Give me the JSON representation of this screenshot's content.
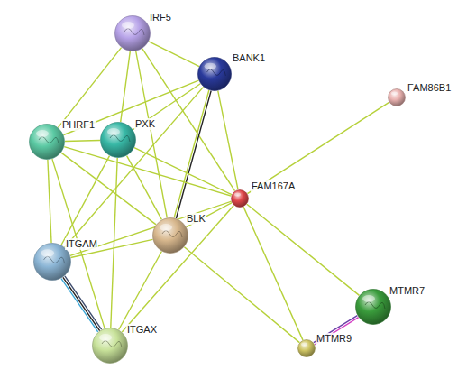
{
  "diagram": {
    "nodes": [
      {
        "text": [
          "IRF5"
        ]
      },
      {
        "text": [
          "BANK1"
        ]
      },
      {
        "text": [
          "FAM86B1"
        ]
      },
      {
        "text": [
          "PHRF1"
        ]
      },
      {
        "text": [
          "PXK"
        ]
      },
      {
        "text": [
          "FAM167A"
        ]
      },
      {
        "text": [
          "BLK"
        ]
      },
      {
        "text": [
          "ITGAM"
        ]
      },
      {
        "text": [
          "MTMR7"
        ]
      },
      {
        "text": [
          "MTMR9"
        ]
      },
      {
        "text": [
          "ITGAX"
        ]
      }
    ],
    "edges": [
      {
        "from": 0,
        "to": 1,
        "arrow": "none"
      },
      {
        "from": 0,
        "to": 3,
        "arrow": "none"
      },
      {
        "from": 0,
        "to": 4,
        "arrow": "none"
      },
      {
        "from": 0,
        "to": 6,
        "arrow": "none"
      },
      {
        "from": 0,
        "to": 5,
        "arrow": "none"
      },
      {
        "from": 1,
        "to": 3,
        "arrow": "none"
      },
      {
        "from": 1,
        "to": 4,
        "arrow": "none"
      },
      {
        "from": 1,
        "to": 6,
        "arrow": "none"
      },
      {
        "from": 1,
        "to": 5,
        "arrow": "none"
      },
      {
        "from": 1,
        "to": 7,
        "arrow": "none"
      },
      {
        "from": 3,
        "to": 4,
        "arrow": "none"
      },
      {
        "from": 3,
        "to": 5,
        "arrow": "none"
      },
      {
        "from": 3,
        "to": 6,
        "arrow": "none"
      },
      {
        "from": 3,
        "to": 7,
        "arrow": "none"
      },
      {
        "from": 3,
        "to": 10,
        "arrow": "none"
      },
      {
        "from": 4,
        "to": 6,
        "arrow": "none"
      },
      {
        "from": 4,
        "to": 5,
        "arrow": "none"
      },
      {
        "from": 4,
        "to": 7,
        "arrow": "none"
      },
      {
        "from": 4,
        "to": 10,
        "arrow": "none"
      },
      {
        "from": 2,
        "to": 5,
        "arrow": "none"
      },
      {
        "from": 5,
        "to": 6,
        "arrow": "none"
      },
      {
        "from": 5,
        "to": 7,
        "arrow": "none"
      },
      {
        "from": 5,
        "to": 10,
        "arrow": "none"
      },
      {
        "from": 5,
        "to": 8,
        "arrow": "none"
      },
      {
        "from": 5,
        "to": 9,
        "arrow": "none"
      },
      {
        "from": 6,
        "to": 7,
        "arrow": "none"
      },
      {
        "from": 6,
        "to": 10,
        "arrow": "none"
      },
      {
        "from": 6,
        "to": 9,
        "arrow": "none"
      },
      {
        "from": 7,
        "to": 10,
        "arrow": "none"
      },
      {
        "from": 8,
        "to": 9,
        "arrow": "none"
      }
    ]
  }
}
